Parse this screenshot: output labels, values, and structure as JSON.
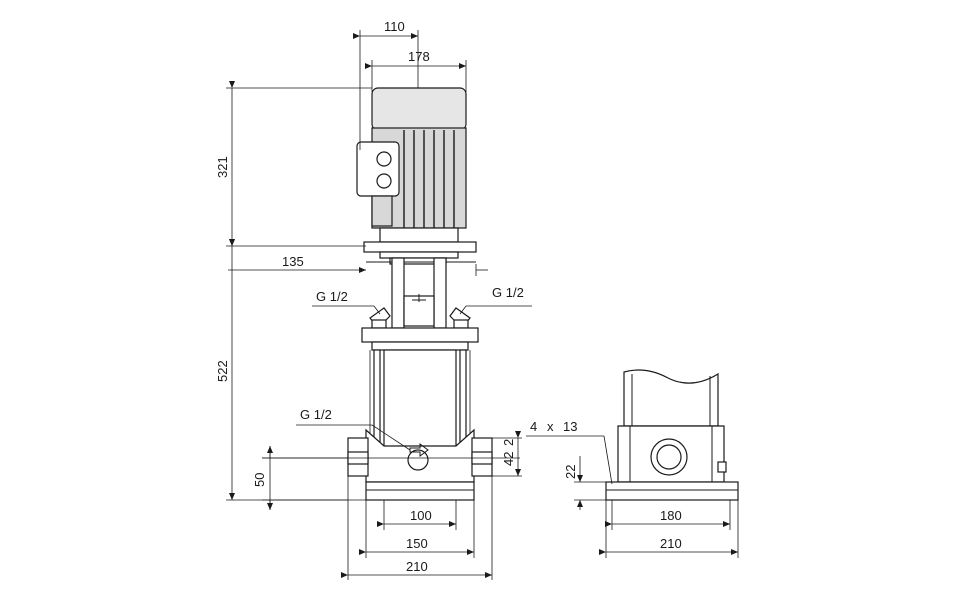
{
  "dimensions": {
    "motor_offset": "110",
    "motor_width": "178",
    "motor_height": "321",
    "coupling_offset": "135",
    "pump_height": "522",
    "inlet_height": "50",
    "base_hole_spacing": "100",
    "base_width_front": "150",
    "overall_width_front": "210",
    "port_dim_a": "42",
    "port_dim_b": "2",
    "base_height_side": "22",
    "hole_spacing_side": "180",
    "overall_width_side": "210"
  },
  "callouts": {
    "vent_left": "G 1/2",
    "vent_right": "G 1/2",
    "drain": "G 1/2",
    "holes_count": "4",
    "holes_x": "x",
    "holes_diameter": "13"
  }
}
